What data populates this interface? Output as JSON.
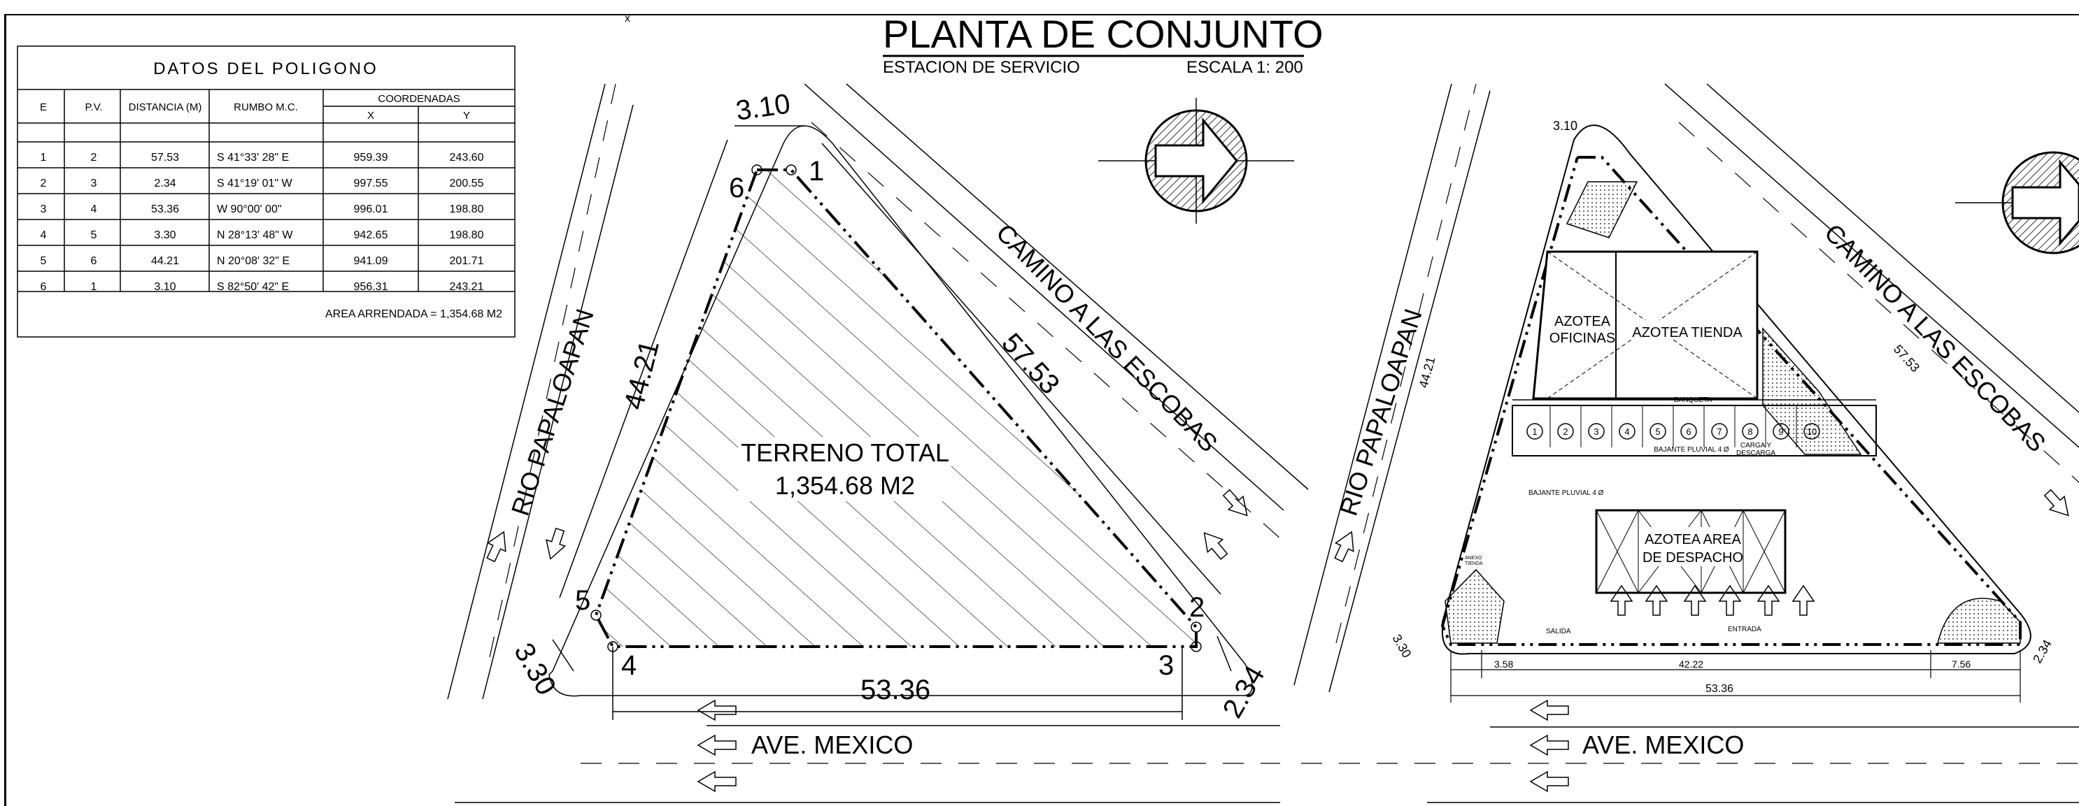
{
  "header": {
    "title": "PLANTA DE CONJUNTO",
    "subtitle": "ESTACION DE SERVICIO",
    "scale": "ESCALA 1: 200",
    "corner_mark": "x"
  },
  "polygon_table": {
    "title": "DATOS DEL POLIGONO",
    "columns": [
      "E",
      "P.V.",
      "DISTANCIA (M)",
      "RUMBO M.C."
    ],
    "coord_header": "COORDENADAS",
    "coord_columns": [
      "X",
      "Y"
    ],
    "rows": [
      [
        "1",
        "2",
        "57.53",
        "S  41°33' 28\" E",
        "959.39",
        "243.60"
      ],
      [
        "2",
        "3",
        "2.34",
        "S  41°19' 01\" W",
        "997.55",
        "200.55"
      ],
      [
        "3",
        "4",
        "53.36",
        "W  90°00' 00\"",
        "996.01",
        "198.80"
      ],
      [
        "4",
        "5",
        "3.30",
        "N  28°13' 48\" W",
        "942.65",
        "198.80"
      ],
      [
        "5",
        "6",
        "44.21",
        "N  20°08' 32\" E",
        "941.09",
        "201.71"
      ],
      [
        "6",
        "1",
        "3.10",
        "S  82°50' 42\" E",
        "956.31",
        "243.21"
      ]
    ],
    "area_label": "AREA ARRENDADA = 1,354.68 M2"
  },
  "left_plan": {
    "terrain_label": "TERRENO TOTAL",
    "terrain_area": "1,354.68 M2",
    "points": [
      "1",
      "2",
      "3",
      "4",
      "5",
      "6"
    ],
    "dims": {
      "top": "3.10",
      "left": "44.21",
      "right": "57.53",
      "bottom": "53.36",
      "bottom_left": "3.30",
      "bottom_right": "2.34"
    },
    "streets": {
      "left": "RIO PAPALOAPAN",
      "right": "CAMINO A LAS ESCOBAS",
      "bottom": "AVE. MEXICO"
    }
  },
  "right_plan": {
    "streets": {
      "left": "RIO PAPALOAPAN",
      "right": "CAMINO A LAS ESCOBAS",
      "bottom": "AVE. MEXICO"
    },
    "dims": {
      "top": "3.10",
      "left": "44.21",
      "right": "57.53",
      "bottom_total": "53.36",
      "bottom_mid": "42.22",
      "bottom_left": "3.58",
      "bottom_right": "7.56",
      "corner_left": "3.30",
      "corner_right": "2.34"
    },
    "labels": {
      "azotea_oficinas_1": "AZOTEA",
      "azotea_oficinas_2": "OFICINAS",
      "azotea_tienda": "AZOTEA TIENDA",
      "banqueta": "BANQUETA",
      "bajante": "BAJANTE PLUVIAL 4 Ø",
      "bajante_inner": "BAJANTE PLUVIAL 4 Ø",
      "carga_1": "CARGA Y",
      "carga_2": "DESCARGA",
      "despacho_1": "AZOTEA AREA",
      "despacho_2": "DE DESPACHO",
      "entrada": "ENTRADA",
      "salida": "SALIDA",
      "anexo_tienda_1": "ANEXO",
      "anexo_tienda_2": "TIENDA"
    },
    "parking": [
      "1",
      "2",
      "3",
      "4",
      "5",
      "6",
      "7",
      "8",
      "9",
      "10"
    ]
  }
}
